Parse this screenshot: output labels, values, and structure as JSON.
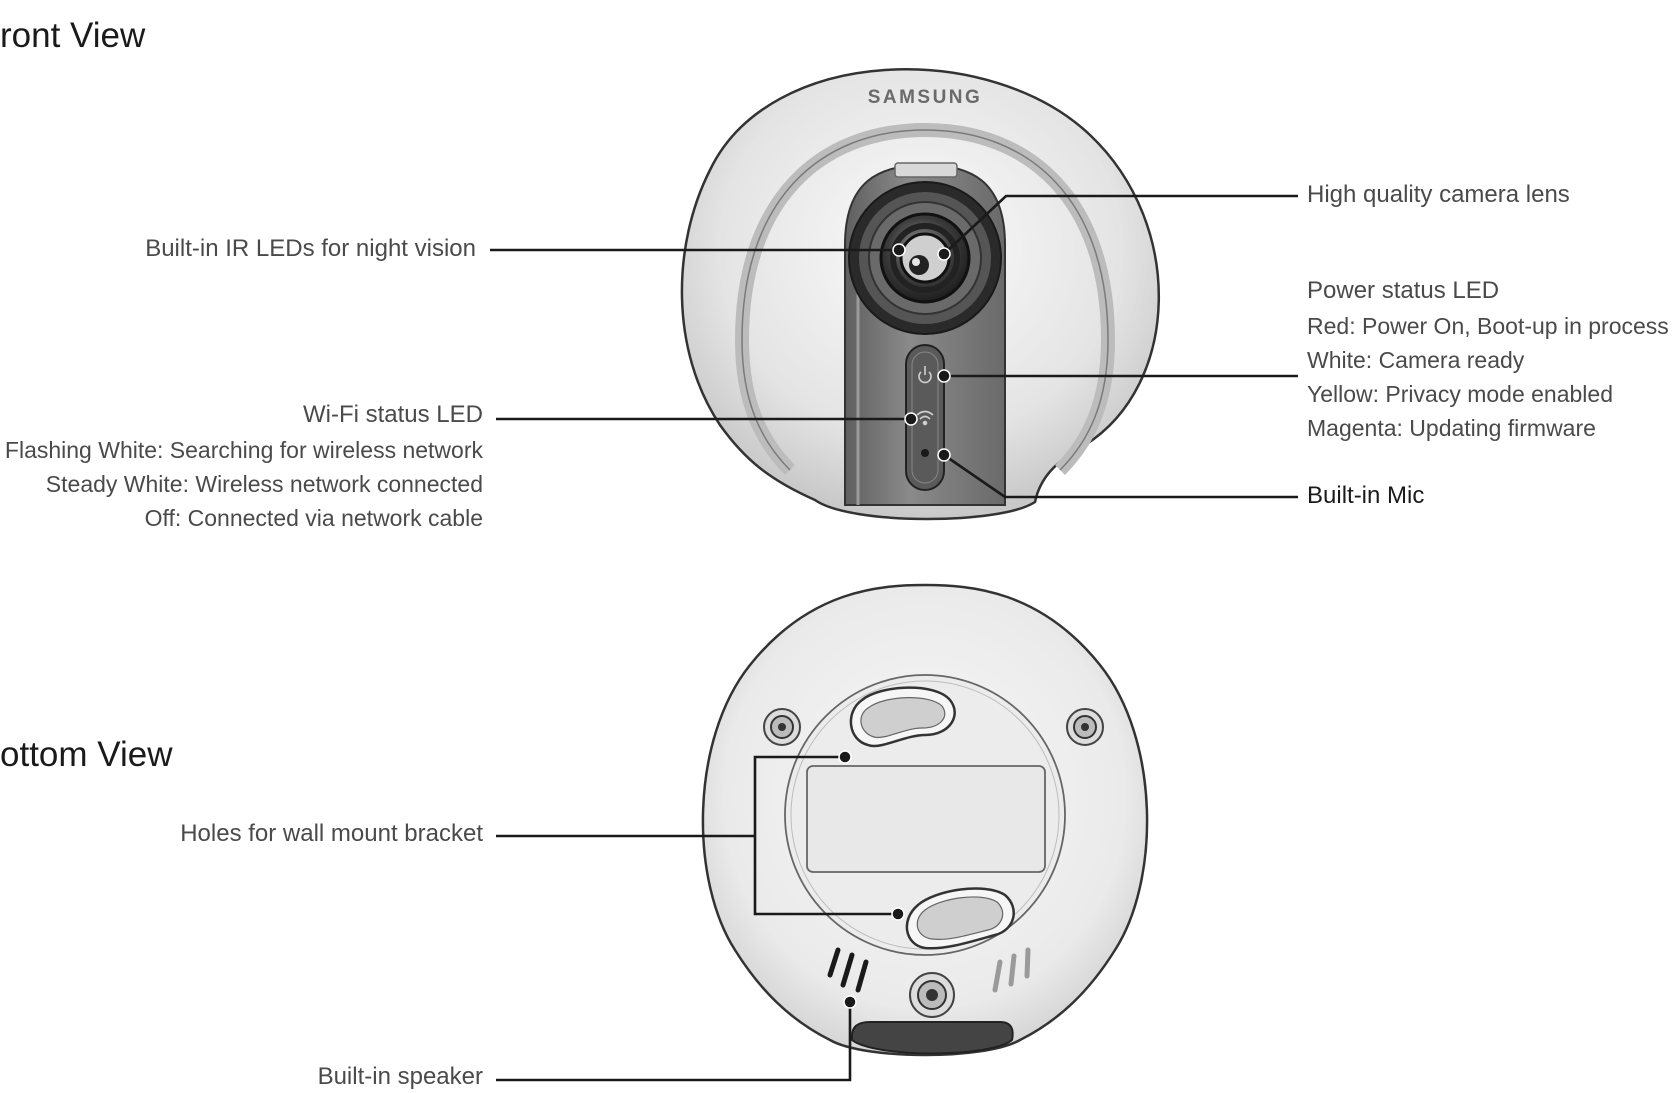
{
  "sections": {
    "front": "ront View",
    "bottom": "ottom View"
  },
  "brand": "SAMSUNG",
  "callouts": {
    "ir_leds": "Built-in IR LEDs for night vision",
    "lens": "High quality camera lens",
    "power_led": {
      "title": "Power status LED",
      "lines": [
        "Red: Power On, Boot-up in process",
        "White: Camera ready",
        "Yellow: Privacy mode enabled",
        "Magenta: Updating firmware"
      ]
    },
    "wifi_led": {
      "title": "Wi-Fi status LED",
      "lines": [
        "Flashing White: Searching for wireless network",
        "Steady White: Wireless network connected",
        "Off: Connected via network cable"
      ]
    },
    "mic": "Built-in Mic",
    "wall_mount": "Holes for wall mount bracket",
    "speaker": "Built-in speaker"
  },
  "colors": {
    "line": "#1a1a1a",
    "body_light": "#efefef",
    "body_mid": "#d3d3d3",
    "body_dark": "#6e6e6e"
  }
}
